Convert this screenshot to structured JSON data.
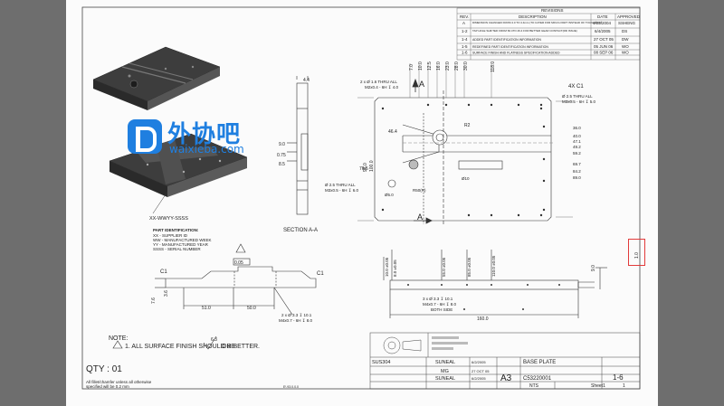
{
  "logo": {
    "name": "外协吧",
    "url": "waixieba.com"
  },
  "revisions": {
    "title": "REVISIONS",
    "headers": [
      "REV.",
      "DESCRIPTION",
      "DATE",
      "APPROVED"
    ],
    "rows": [
      [
        "A",
        "DIMENSION CHANGED FROM 4.0 TO 4.4mm (TO CATER FOR MFG'G PART INSTEAD OF TOUGHENS)",
        "4/22/2004",
        "SSHENG"
      ],
      [
        "1-2",
        "TAP HOLE SHIFTED FROM 66.4TO 46.4 FOR BETTER GEAR CONTACT(RD ISSUE)",
        "6/4/2005",
        "DS"
      ],
      [
        "1-4",
        "ADDED PART IDENTIFICATION INFORMATION",
        "27 OCT 05",
        "DW"
      ],
      [
        "1-5",
        "REDEFINED PART IDENTIFICATION INFORMATION",
        "05 JUN 06",
        "WO"
      ],
      [
        "1-6",
        "SURFACE FINISH AND FLATNESS SPECIFICATION ADDED",
        "08 SEP 06",
        "WO"
      ]
    ]
  },
  "part_id": {
    "code": "XX-WWYY-SSSS",
    "title": "PART IDENTIFICATION:",
    "lines": [
      "XX  - SUPPLIER ID",
      "WW - MANUFACTURED WEEK",
      "YY  - MANUFACTURED YEAR",
      "SSSS - SERIAL NUMBER"
    ]
  },
  "section_label": "SECTION A-A",
  "note": {
    "title": "NOTE:",
    "line1": "1. ALL SURFACE FINISH SHOULD BE",
    "finish_value": "6.3",
    "line1_end": "OR BETTER."
  },
  "qty": "QTY : 01",
  "tolerance_note": [
    "All fillet/chamfer unless all otherwise",
    "specified will be 0.2 mm"
  ],
  "title_block": {
    "material": "SUS304",
    "drawn": "SUNEAL",
    "drawn_date": "6/2/2005",
    "checked": "MG",
    "checked_date": "27 OCT 05",
    "approved": "SUNEAL",
    "approved_date": "6/2/2005",
    "title": "BASE PLATE",
    "size": "A3",
    "dwg_no": "C53220001",
    "rev": "1-6",
    "scale": "NTS",
    "sheet": "Sheet1",
    "sheet_of": "1"
  },
  "top_view": {
    "holes_note": [
      "2 x Ø 1.6 THRU ALL",
      "M2x0.4 - 6H ↧ 4.0"
    ],
    "holes_note_2": [
      "Ø 2.5 THRU ALL",
      "M3x0.5 - 6H ↧ 5.0"
    ],
    "holes_note_3": [
      "Ø 2.5 THRU ALL",
      "M3x0.5 - 6H ↧ 6.0"
    ],
    "chamfer": "4X C1",
    "r2": "R2",
    "r50": "R50(R)",
    "dia5": "Ø5.0",
    "dia10": "Ø10",
    "dim_left": [
      "46.4",
      "76.5"
    ],
    "dim_height": [
      "100.0",
      "98.0"
    ],
    "dim_right": [
      "36.0",
      "40.0",
      "47.1",
      "49.2",
      "59.2",
      "69.7",
      "84.2",
      "89.0"
    ],
    "dim_top": [
      "7.0",
      "10.0",
      "12.5",
      "16.0",
      "23.0",
      "28.0",
      "30.0",
      "118.0"
    ],
    "section_mark": "A"
  },
  "bottom_view": {
    "chamfer_left": "C1",
    "chamfer_right": "C1",
    "flatness": "0.05",
    "dims": [
      "51.0",
      "50.0",
      "7.6",
      "3.6"
    ],
    "thread_note": [
      "2 x Ø 3.3 ↧ 10.1",
      "M4x0.7 - 6H ↧ 8.0"
    ]
  },
  "side_view": {
    "dims": [
      "4.4",
      "9.0",
      "0.75",
      "8.5"
    ]
  },
  "front_bottom": {
    "dims_v": [
      "10.0 ±0.05",
      "8.0 ±0.05",
      "55.0 ±0.05",
      "85.0 ±0.05",
      "110.0 ±0.05"
    ],
    "overall": "160.0",
    "right_dims": [
      "1.0",
      "9.0"
    ],
    "thread_note": [
      "3 x Ø 3.3 ↧ 10.1",
      "M4x0.7 - 6H ↧ 8.0",
      "BOTH SIDE"
    ]
  },
  "footer_small": "E\\ 93.0.0.0"
}
